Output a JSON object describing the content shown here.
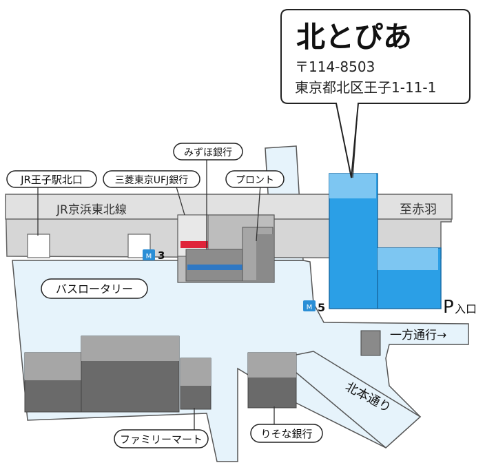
{
  "callout": {
    "title": "北とぴあ",
    "postal": "〒114-8503",
    "address": "東京都北区王子1-11-1"
  },
  "labels": {
    "jr_oji_north": "JR王子駅北口",
    "mufj_bank": "三菱東京UFJ銀行",
    "mizuho_bank": "みずほ銀行",
    "front": "プロント",
    "bus_rotary": "バスロータリー",
    "family_mart": "ファミリーマート",
    "resona_bank": "りそな銀行",
    "jr_line": "JR京浜東北線",
    "to_akabane": "至赤羽",
    "parking_p": "P",
    "parking_entrance": "入口",
    "one_way": "一方通行→",
    "kitahon_street": "北本通り",
    "exit_3": "3",
    "exit_5": "5"
  },
  "colors": {
    "highlight_building": "#2b9fe6",
    "plaza": "#e6f3fb",
    "tracks": "#d9d9d9",
    "building_dark": "#6a6a6a",
    "mizuho_red": "#e0243a",
    "front_blue": "#2f78c4",
    "metro_icon": "#2a8ed6"
  },
  "icons": [
    "subway-icon"
  ]
}
